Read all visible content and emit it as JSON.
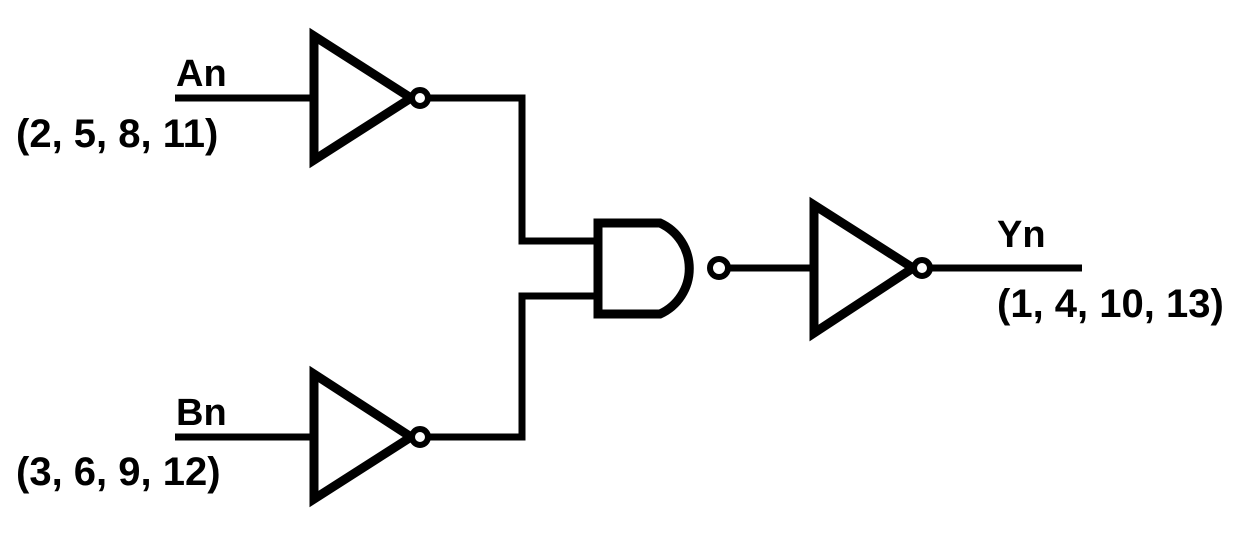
{
  "diagram": {
    "title": "Quad 2-input NAND equivalent logic gate diagram",
    "background_color": "#ffffff",
    "line_color": "#000000"
  },
  "inputs": [
    {
      "id": "an",
      "port_label": "An",
      "pin_list": "(2, 5, 8, 11)",
      "gate": "inverter"
    },
    {
      "id": "bn",
      "port_label": "Bn",
      "pin_list": "(3, 6, 9, 12)",
      "gate": "inverter"
    }
  ],
  "gates": [
    {
      "id": "inv-a",
      "type": "inverter",
      "name": "inverter-top"
    },
    {
      "id": "inv-b",
      "type": "inverter",
      "name": "inverter-bottom"
    },
    {
      "id": "nand-1",
      "type": "nand",
      "name": "nand-gate"
    },
    {
      "id": "inv-y",
      "type": "inverter",
      "name": "inverter-output"
    }
  ],
  "outputs": [
    {
      "id": "yn",
      "port_label": "Yn",
      "pin_list": "(1, 4, 10, 13)",
      "gate": "inverter"
    }
  ]
}
